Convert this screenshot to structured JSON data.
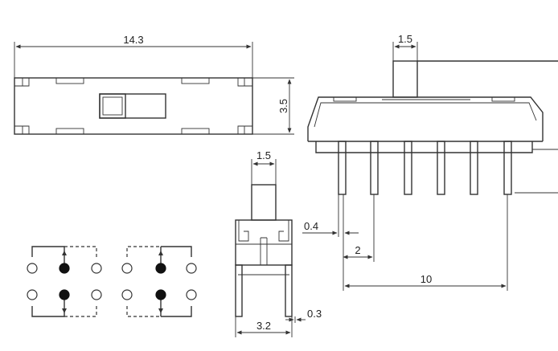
{
  "dimensions": {
    "body_length": "14.3",
    "body_height": "3.5",
    "actuator_width_top": "1.5",
    "actuator_width_end": "1.5",
    "pin_thickness": "0.4",
    "pin_pitch": "2",
    "pin_span": "10",
    "pin_width_end": "0.3",
    "end_width": "3.2"
  },
  "colors": {
    "line": "#333333",
    "fill_pin": "#111111",
    "background": "#ffffff"
  }
}
